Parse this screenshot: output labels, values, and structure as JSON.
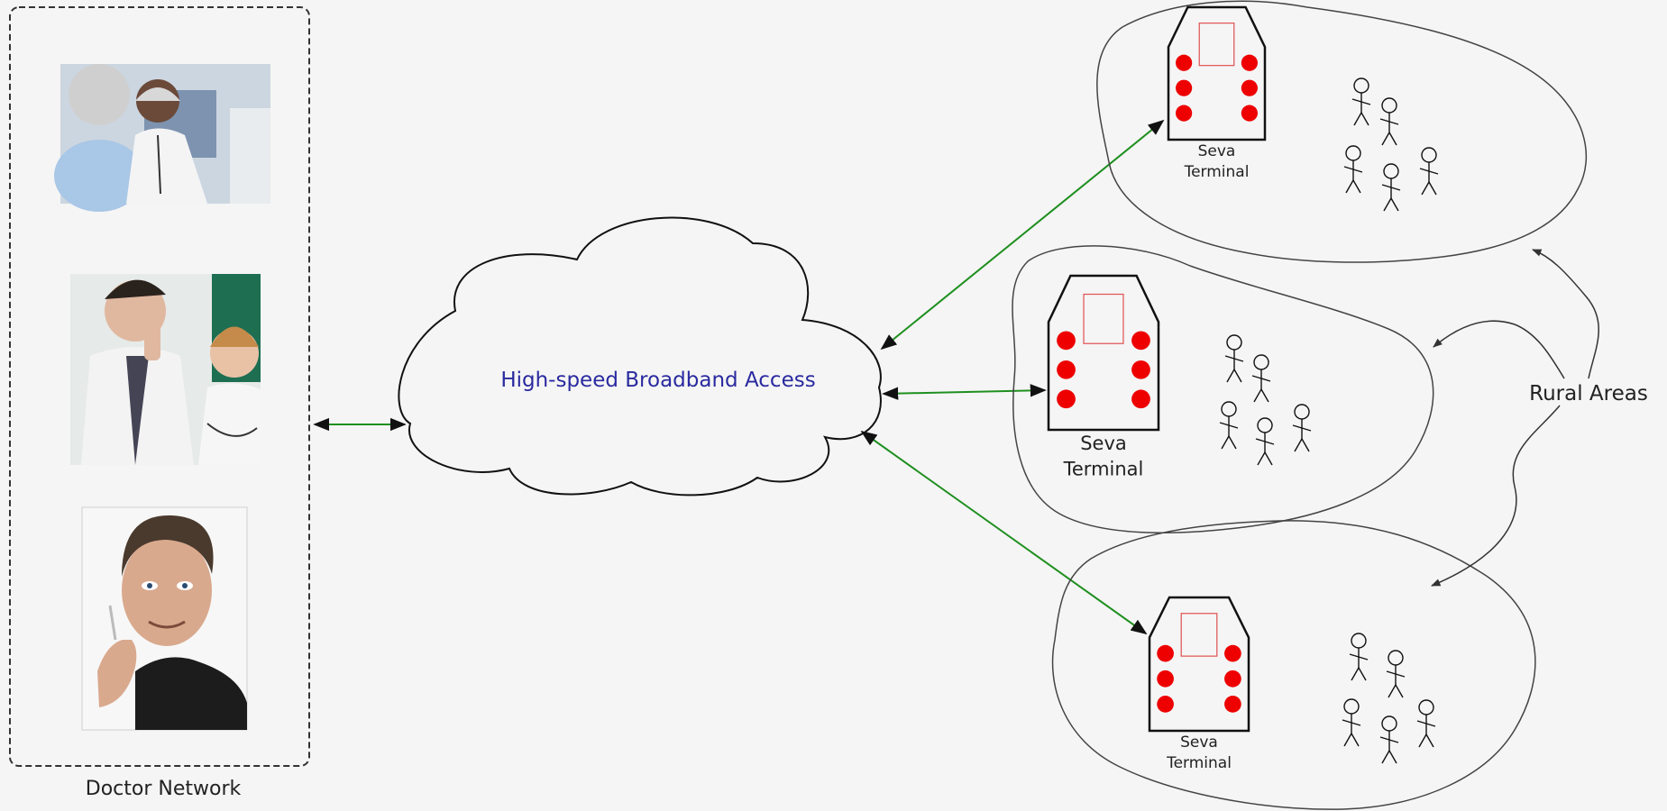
{
  "doctor_network": {
    "label": "Doctor Network",
    "photos": [
      "doctor-with-elderly-patient-photo",
      "doctors-consulting-photo",
      "doctor-portrait-photo"
    ]
  },
  "cloud": {
    "label": "High-speed Broadband Access"
  },
  "rural": {
    "label": "Rural Areas",
    "terminals": [
      {
        "line1": "Seva",
        "line2": "Terminal"
      },
      {
        "line1": "Seva",
        "line2": "Terminal"
      },
      {
        "line1": "Seva",
        "line2": "Terminal"
      }
    ]
  },
  "colors": {
    "link_arrow": "#1f8f1f",
    "terminal_indicator": "#ee0000",
    "screen_outline": "#e05050"
  }
}
